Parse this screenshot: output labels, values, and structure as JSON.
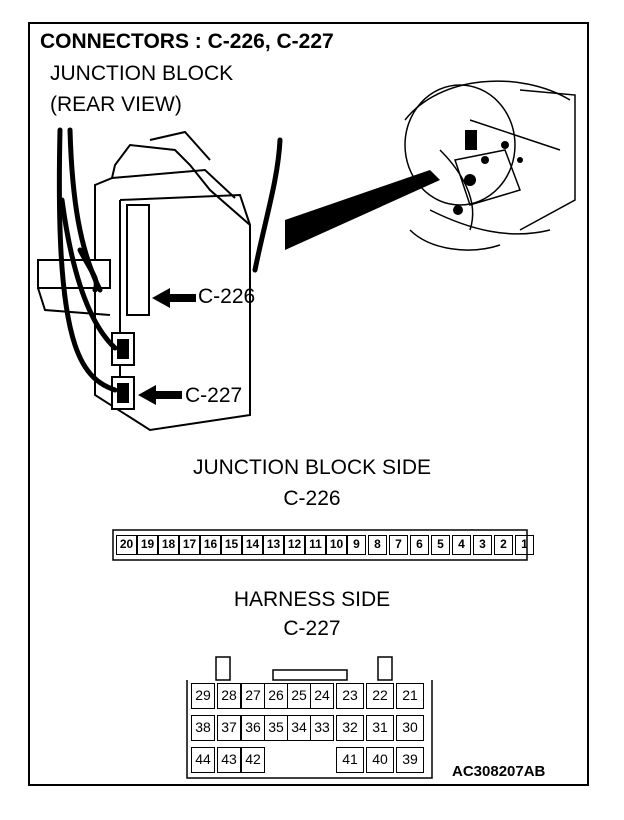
{
  "title": "CONNECTORS : C-226, C-227",
  "junction_block_label_1": "JUNCTION BLOCK",
  "junction_block_label_2": "(REAR VIEW)",
  "callout_c226": "C-226",
  "callout_c227": "C-227",
  "junction_block_side": {
    "heading": "JUNCTION BLOCK SIDE",
    "connector": "C-226",
    "pins": [
      "20",
      "19",
      "18",
      "17",
      "16",
      "15",
      "14",
      "13",
      "12",
      "11",
      "10",
      "9",
      "8",
      "7",
      "6",
      "5",
      "4",
      "3",
      "2",
      "1"
    ]
  },
  "harness_side": {
    "heading": "HARNESS SIDE",
    "connector": "C-227",
    "rows": [
      [
        "29",
        "28",
        "27",
        "26",
        "25",
        "24",
        "23",
        "22",
        "21"
      ],
      [
        "38",
        "37",
        "36",
        "35",
        "34",
        "33",
        "32",
        "31",
        "30"
      ],
      [
        "44",
        "43",
        "42",
        "",
        "",
        "",
        "41",
        "40",
        "39"
      ]
    ]
  },
  "figure_code": "AC308207AB"
}
